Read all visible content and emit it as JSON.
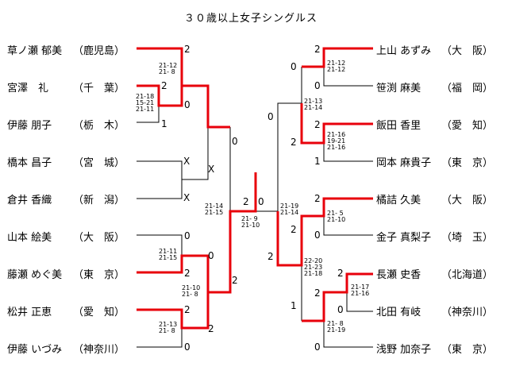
{
  "title": "３０歳以上女子シングルス",
  "left_players": [
    {
      "name": "草ノ瀬 郁美",
      "pref": "（鹿児島）"
    },
    {
      "name": "宮澤　礼",
      "pref": "（千　葉）"
    },
    {
      "name": "伊藤 朋子",
      "pref": "（栃　木）"
    },
    {
      "name": "橋本 昌子",
      "pref": "（宮　城）"
    },
    {
      "name": "倉井 香織",
      "pref": "（新　潟）"
    },
    {
      "name": "山本 絵美",
      "pref": "（大　阪）"
    },
    {
      "name": "藤瀬 めぐ美",
      "pref": "（東　京）"
    },
    {
      "name": "松井 正恵",
      "pref": "（愛　知）"
    },
    {
      "name": "伊藤 いづみ",
      "pref": "（神奈川）"
    }
  ],
  "right_players": [
    {
      "name": "上山 あずみ",
      "pref": "（大　阪）"
    },
    {
      "name": "笹渕 麻美",
      "pref": "（福　岡）"
    },
    {
      "name": "飯田 香里",
      "pref": "（愛　知）"
    },
    {
      "name": "岡本 麻貴子",
      "pref": "（東　京）"
    },
    {
      "name": "橘詰 久美",
      "pref": "（大　阪）"
    },
    {
      "name": "金子 真梨子",
      "pref": "（埼　玉）"
    },
    {
      "name": "長瀬 史香",
      "pref": "（北海道）"
    },
    {
      "name": "北田 有岐",
      "pref": "（神奈川）"
    },
    {
      "name": "浅野 加奈子",
      "pref": "（東　京）"
    }
  ],
  "scores": {
    "l_r1_a": "21-18\n15-21\n21-11",
    "l_r2_a": "21-12\n21- 8",
    "l_r1_b": "21-11\n21-15",
    "l_r1_c": "21-13\n21- 8",
    "l_r2_b": "21-10\n21- 8",
    "l_sf": "21-14\n21-15",
    "final": "21- 9\n21-10",
    "r_r1_a": "21-12\n21-12",
    "r_r1_b": "21-16\n19-21\n21-16",
    "r_r2_a": "21-13\n21-14",
    "r_r1_c": "21- 5\n21-10",
    "r_r1_d": "21-17\n21-16",
    "r_r1_e": "21- 8\n21-19",
    "r_r2_b": "22-20\n21-23\n21-18",
    "r_sf": "21-19\n21-14"
  },
  "game_counts": {
    "l_p1": "2",
    "l_p2a": "2",
    "l_p2b": "0",
    "l_p3": "1",
    "l_p4": "X",
    "l_p5": "X",
    "l_p45": "X",
    "l_p6": "0",
    "l_p7": "2",
    "l_p67": "0",
    "l_p8": "2",
    "l_p9": "0",
    "l_p89": "2",
    "l_top_sf": "0",
    "l_bot_sf": "2",
    "final_left": "2",
    "final_right": "0",
    "r_p1": "2",
    "r_p2": "0",
    "r_p12": "0",
    "r_p3": "2",
    "r_p4": "1",
    "r_p34": "2",
    "r_top_sf": "0",
    "r_p5": "2",
    "r_p6": "0",
    "r_p56": "2",
    "r_p7": "2",
    "r_p8": "0",
    "r_p78": "2",
    "r_p9": "0",
    "r_p789": "1",
    "r_bot_sf": "2"
  },
  "colors": {
    "win_line": "#e8000b",
    "line": "#000000"
  }
}
